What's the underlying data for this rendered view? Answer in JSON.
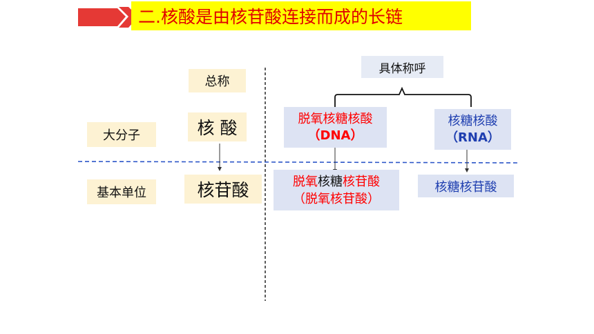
{
  "title": "二.核酸是由核苷酸连接而成的长链",
  "colors": {
    "title_bg": "#ffff00",
    "title_text": "#e00000",
    "arrow_red": "#e53935",
    "beige": "#fdf2d3",
    "light_blue": "#dde3f3",
    "dna_red": "#ff0000",
    "rna_blue": "#1f3fb0"
  },
  "left": {
    "general_name": "总称",
    "macromolecule": "大分子",
    "basic_unit": "基本单位",
    "nucleic_acid": "核 酸",
    "nucleotide": "核苷酸"
  },
  "right": {
    "specific_name": "具体称呼",
    "dna": {
      "name": "脱氧核糖核酸",
      "abbr": "（DNA）"
    },
    "rna": {
      "name": "核糖核酸",
      "abbr": "（RNA）"
    },
    "deoxy_unit": {
      "part1": "脱氧",
      "part2": "核糖",
      "part3": "核苷酸",
      "line2": "（脱氧核苷酸）"
    },
    "ribo_unit": "核糖核苷酸"
  }
}
